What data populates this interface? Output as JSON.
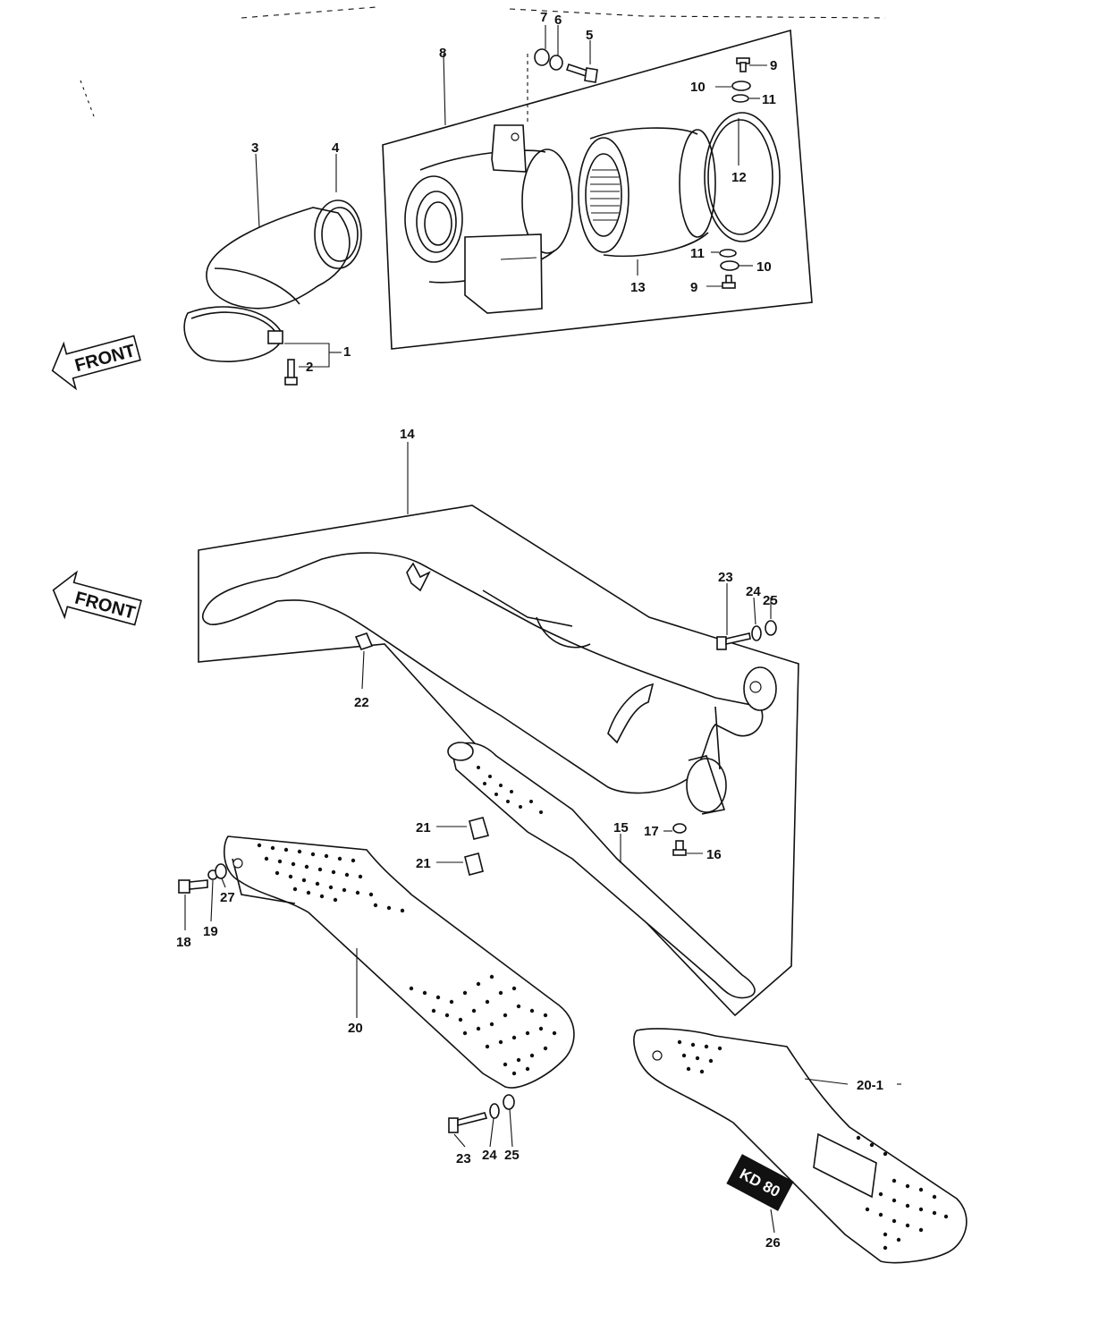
{
  "direction_arrows": [
    {
      "id": "top",
      "label": "FRONT"
    },
    {
      "id": "bottom",
      "label": "FRONT"
    }
  ],
  "callouts": {
    "c1": "1",
    "c2": "2",
    "c3": "3",
    "c4": "4",
    "c5": "5",
    "c6": "6",
    "c7": "7",
    "c8": "8",
    "c9a": "9",
    "c9b": "9",
    "c10a": "10",
    "c10b": "10",
    "c11a": "11",
    "c11b": "11",
    "c12": "12",
    "c13": "13",
    "c14": "14",
    "c15": "15",
    "c16": "16",
    "c17": "17",
    "c18": "18",
    "c19": "19",
    "c20": "20",
    "c20_1": "20-1",
    "c21a": "21",
    "c21b": "21",
    "c22": "22",
    "c23a": "23",
    "c23b": "23",
    "c24a": "24",
    "c24b": "24",
    "c25a": "25",
    "c25b": "25",
    "c26": "26",
    "c27": "27"
  },
  "badge": {
    "label": "KD 80"
  }
}
